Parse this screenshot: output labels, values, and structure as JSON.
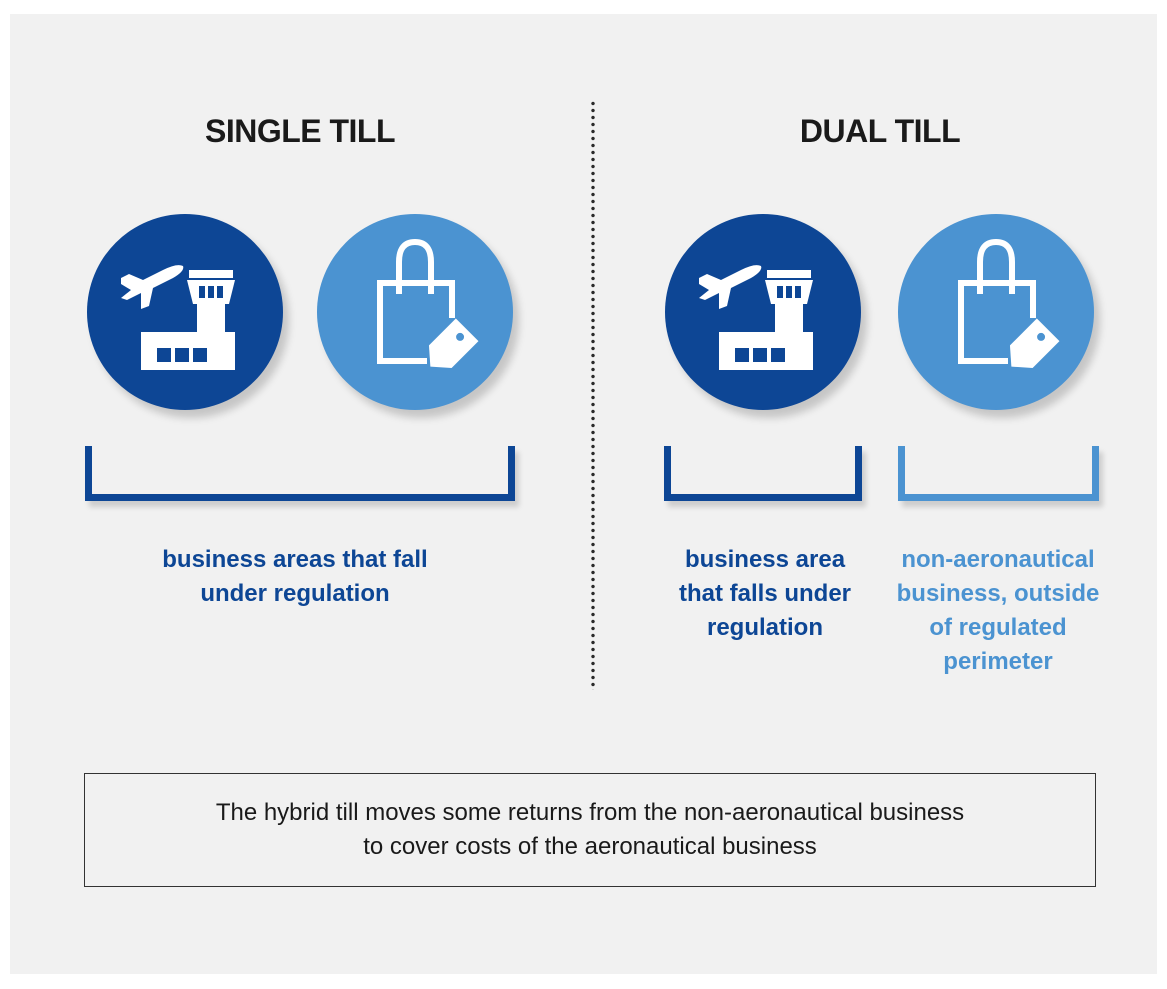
{
  "colors": {
    "regulated_dark_blue": "#0d4695",
    "non_regulated_light_blue": "#4b93d1",
    "panel_background": "#f1f1f1"
  },
  "single_till": {
    "title": "SINGLE TILL",
    "icons": [
      "airport-tower-plane-icon",
      "shopping-bag-price-tag-icon"
    ],
    "label_lines": [
      "business areas that fall",
      "under regulation"
    ]
  },
  "dual_till": {
    "title": "DUAL TILL",
    "icons": [
      "airport-tower-plane-icon",
      "shopping-bag-price-tag-icon"
    ],
    "regulated_label_lines": [
      "business area",
      "that falls under",
      "regulation"
    ],
    "non_regulated_label_lines": [
      "non-aeronautical",
      "business, outside",
      "of regulated",
      "perimeter"
    ]
  },
  "note": {
    "lines": [
      "The hybrid till moves some returns from the non-aeronautical business",
      "to cover costs of the aeronautical business"
    ]
  }
}
